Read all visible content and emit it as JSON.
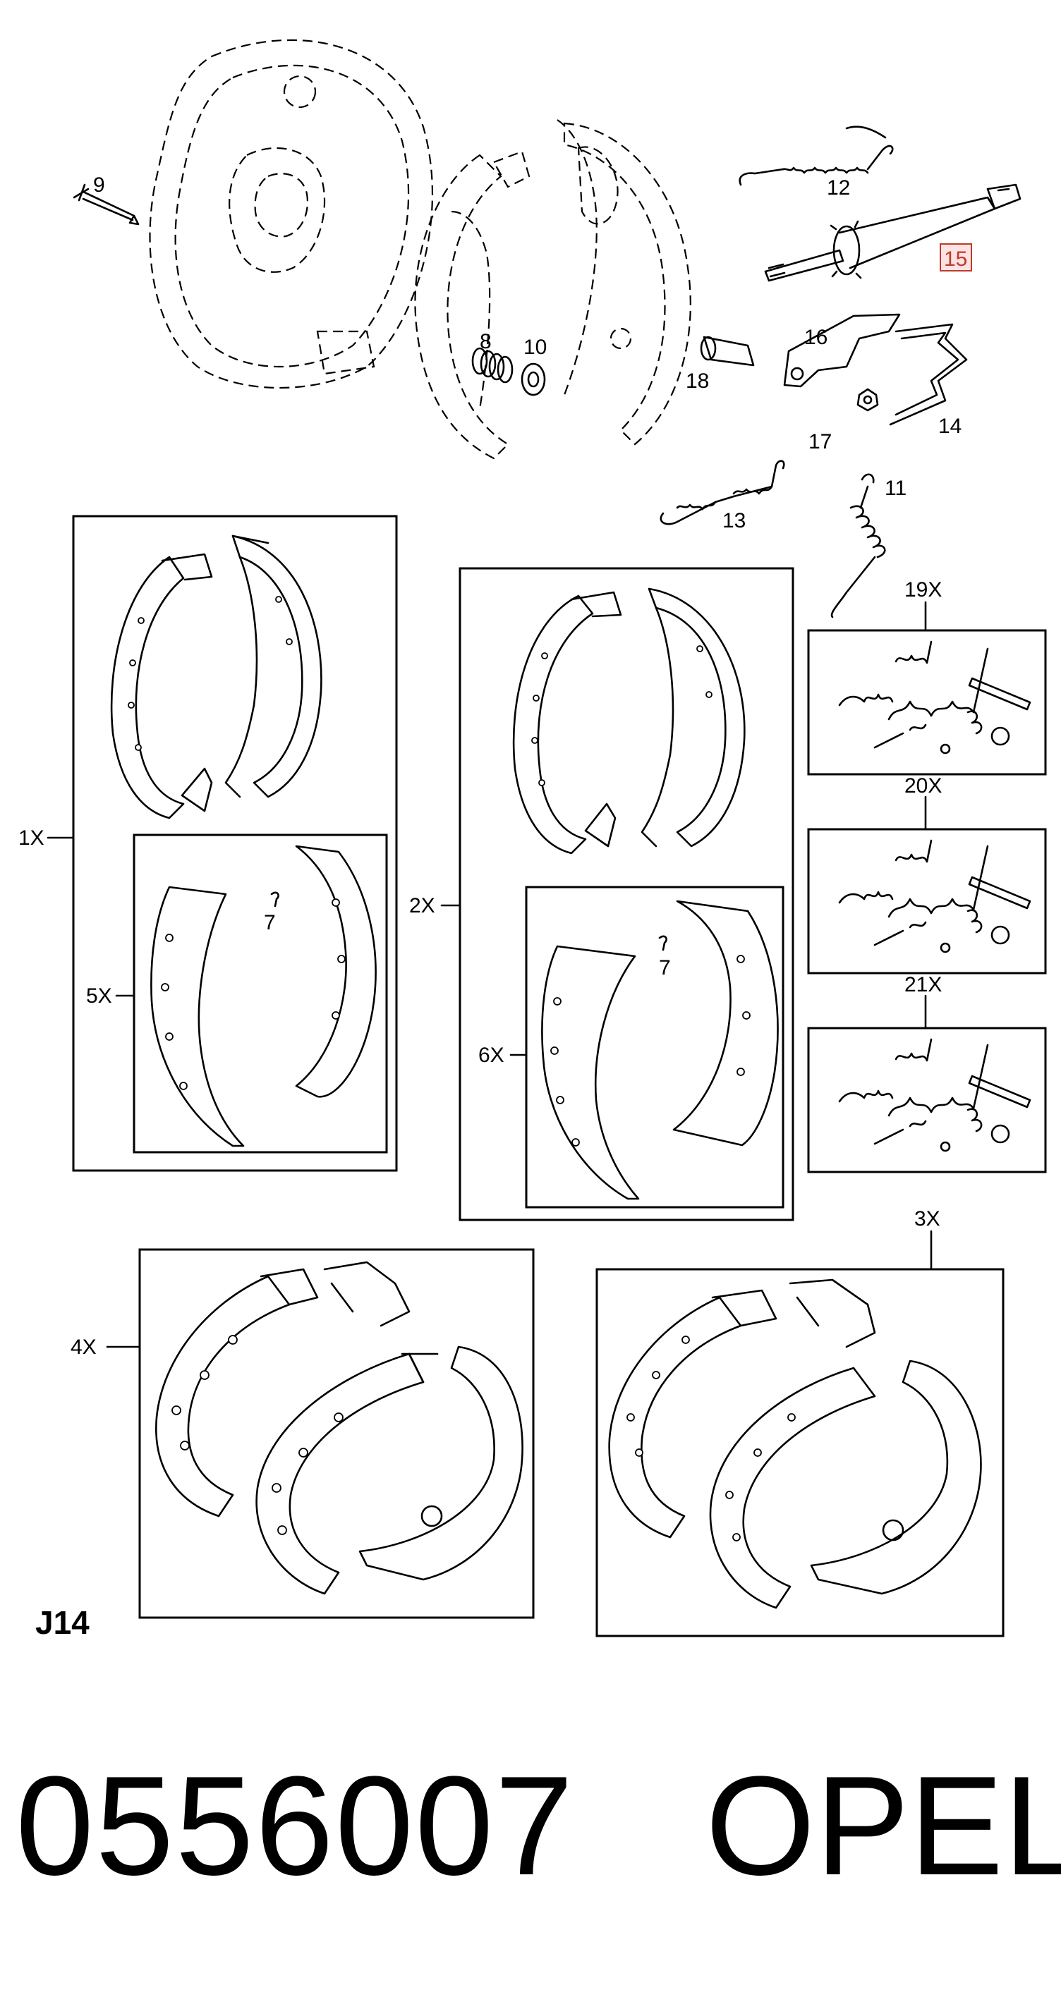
{
  "labels": {
    "p9": "9",
    "p12": "12",
    "p15": "15",
    "p8": "8",
    "p10": "10",
    "p16": "16",
    "p18": "18",
    "p17": "17",
    "p14": "14",
    "p13": "13",
    "p11": "11",
    "p19x": "19X",
    "p20x": "20X",
    "p21x": "21X",
    "p1x": "1X",
    "p5x": "5X",
    "p7a": "7",
    "p2x": "2X",
    "p6x": "6X",
    "p7b": "7",
    "p4x": "4X",
    "p3x": "3X"
  },
  "highlight_color": "#c0392b",
  "sheet_code": "J14",
  "part_number": "0556007",
  "brand": "OPEL"
}
